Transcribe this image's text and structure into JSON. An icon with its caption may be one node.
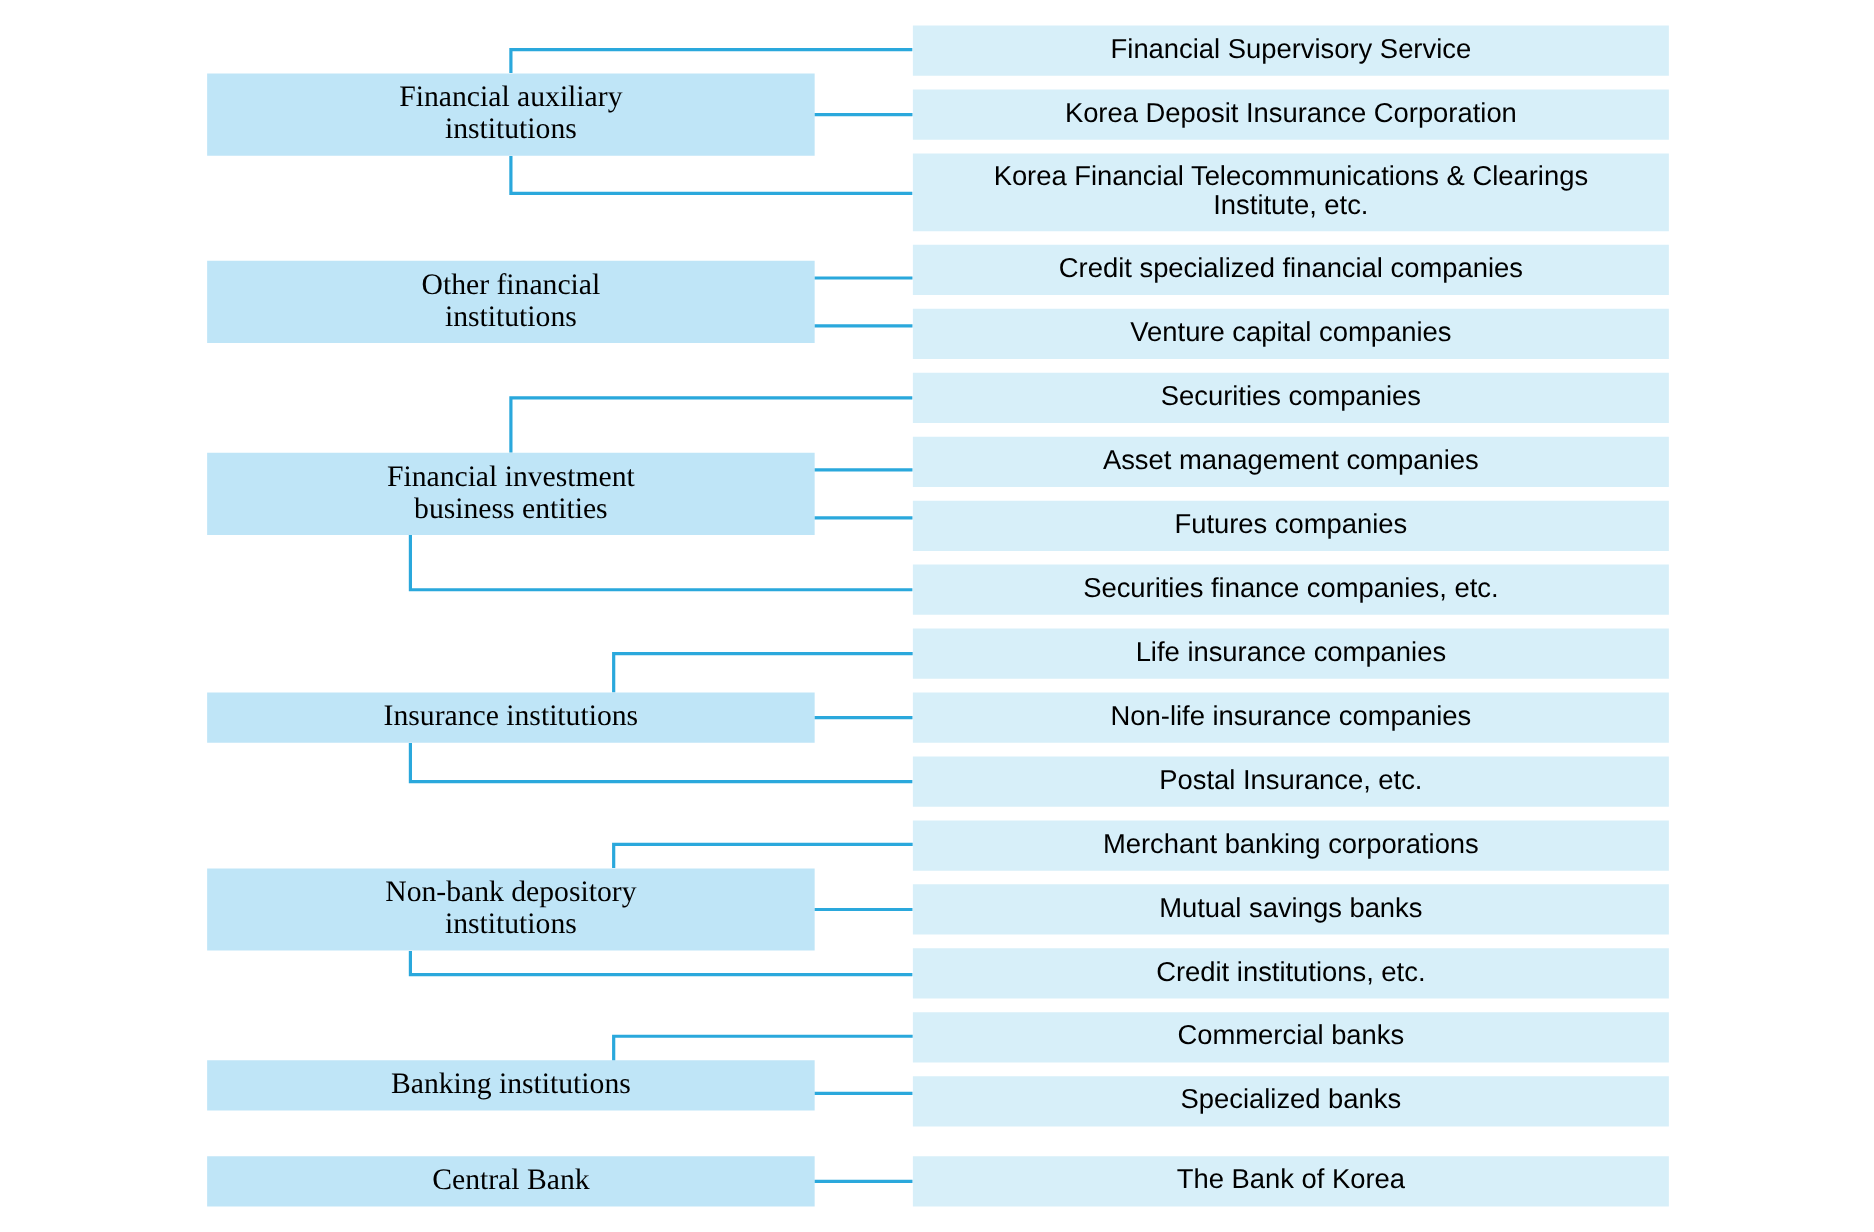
{
  "diagram": {
    "nodes": [
      {
        "text": [
          "Central Bank"
        ]
      },
      {
        "text": [
          "The Bank of Korea"
        ]
      },
      {
        "text": [
          "Banking institutions"
        ]
      },
      {
        "text": [
          "Commercial banks"
        ]
      },
      {
        "text": [
          "Specialized banks"
        ]
      },
      {
        "text": [
          "Non-bank depository institutions"
        ]
      },
      {
        "text": [
          "Merchant banking corporations"
        ]
      },
      {
        "text": [
          "Mutual savings banks"
        ]
      },
      {
        "text": [
          "Credit institutions, etc."
        ]
      },
      {
        "text": [
          "Insurance institutions"
        ]
      },
      {
        "text": [
          "Life insurance companies"
        ]
      },
      {
        "text": [
          "Non-life insurance companies"
        ]
      },
      {
        "text": [
          "Postal Insurance, etc."
        ]
      },
      {
        "text": [
          "Financial investment business entities"
        ]
      },
      {
        "text": [
          "Securities companies"
        ]
      },
      {
        "text": [
          "Asset management companies"
        ]
      },
      {
        "text": [
          "Futures companies"
        ]
      },
      {
        "text": [
          "Securities finance companies, etc."
        ]
      },
      {
        "text": [
          "Other financial institutions"
        ]
      },
      {
        "text": [
          "Credit specialized financial companies"
        ]
      },
      {
        "text": [
          "Venture capital companies"
        ]
      },
      {
        "text": [
          "Financial auxiliary institutions"
        ]
      },
      {
        "text": [
          "Financial Supervisory Service"
        ]
      },
      {
        "text": [
          "Korea Deposit Insurance Corporation"
        ]
      },
      {
        "text": [
          "Korea Financial Telecommunications & Clearings Institute, etc."
        ]
      }
    ],
    "edges": [
      {
        "from": 0,
        "to": 1,
        "arrow": "none"
      },
      {
        "from": 2,
        "to": 3,
        "arrow": "none"
      },
      {
        "from": 2,
        "to": 4,
        "arrow": "none"
      },
      {
        "from": 5,
        "to": 6,
        "arrow": "none"
      },
      {
        "from": 5,
        "to": 7,
        "arrow": "none"
      },
      {
        "from": 5,
        "to": 8,
        "arrow": "none"
      },
      {
        "from": 9,
        "to": 10,
        "arrow": "none"
      },
      {
        "from": 9,
        "to": 11,
        "arrow": "none"
      },
      {
        "from": 9,
        "to": 12,
        "arrow": "none"
      },
      {
        "from": 13,
        "to": 14,
        "arrow": "none"
      },
      {
        "from": 13,
        "to": 15,
        "arrow": "none"
      },
      {
        "from": 13,
        "to": 16,
        "arrow": "none"
      },
      {
        "from": 13,
        "to": 17,
        "arrow": "none"
      },
      {
        "from": 18,
        "to": 19,
        "arrow": "none"
      },
      {
        "from": 18,
        "to": 20,
        "arrow": "none"
      },
      {
        "from": 21,
        "to": 22,
        "arrow": "none"
      },
      {
        "from": 21,
        "to": 23,
        "arrow": "none"
      },
      {
        "from": 21,
        "to": 24,
        "arrow": "none"
      }
    ]
  }
}
